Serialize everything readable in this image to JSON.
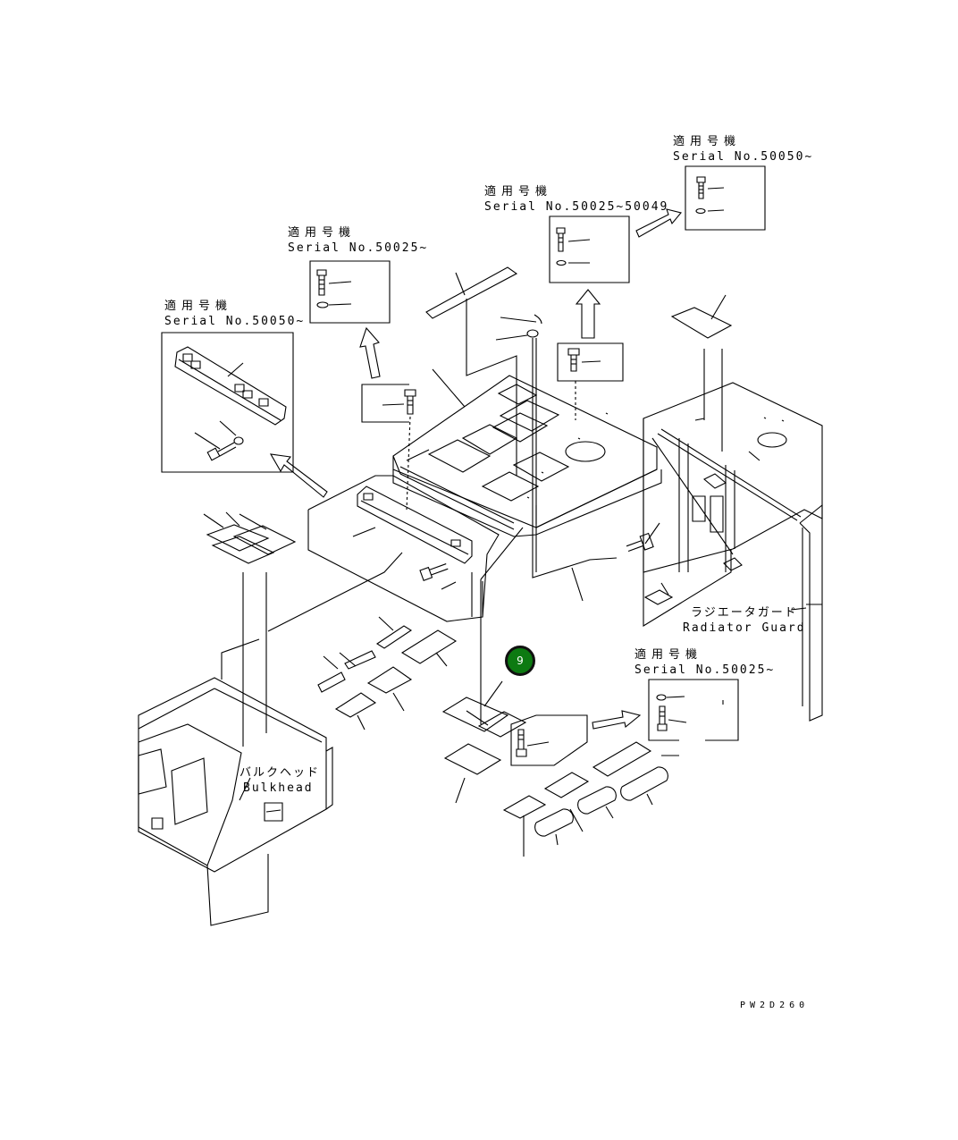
{
  "labels": {
    "top_right": {
      "jp": "適用号機",
      "serial": "Serial No.50050~"
    },
    "top_mid": {
      "jp": "適用号機",
      "serial": "Serial No.50025~50049"
    },
    "mid_left": {
      "jp": "適用号機",
      "serial": "Serial No.50025~"
    },
    "far_left": {
      "jp": "適用号機",
      "serial": "Serial No.50050~"
    },
    "lower_right": {
      "jp": "適用号機",
      "serial": "Serial No.50025~"
    },
    "radiator_jp": "ラジエータガード",
    "radiator_en": "Radiator Guard",
    "bulkhead_jp": "バルクヘッド",
    "bulkhead_en": "Bulkhead",
    "drawing_code": "PW2D260"
  },
  "callouts": [
    {
      "number": "9",
      "color": "#0d7a12"
    }
  ]
}
